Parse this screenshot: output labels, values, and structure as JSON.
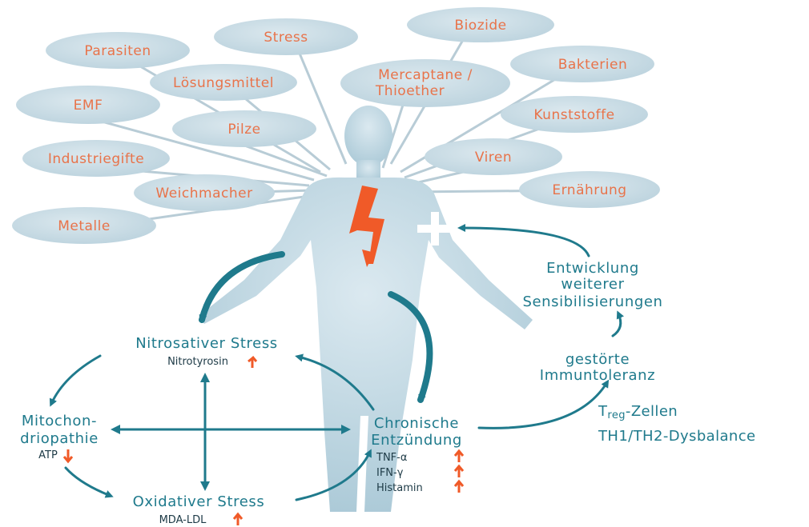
{
  "colors": {
    "bubble_fill": "#c9dbe4",
    "bubble_text": "#e8734a",
    "teal": "#1f7a8c",
    "body_fill": "#bdd6e2",
    "orange": "#f05a28",
    "dark_text": "#1d3a46"
  },
  "stressors": [
    "Biozide",
    "Stress",
    "Parasiten",
    "Lösungsmittel",
    "Mercaptane /",
    "Thioether",
    "Bakterien",
    "EMF",
    "Pilze",
    "Kunststoffe",
    "Industriegifte",
    "Viren",
    "Weichmacher",
    "Ernährung",
    "Metalle"
  ],
  "nodes": {
    "nitro_title": "Nitrosativer Stress",
    "nitro_marker": "Nitrotyrosin",
    "mito_title_1": "Mitochon-",
    "mito_title_2": "driopathie",
    "mito_marker": "ATP",
    "oxi_title": "Oxidativer Stress",
    "oxi_marker": "MDA-LDL",
    "chron_title_1": "Chronische",
    "chron_title_2": "Entzündung",
    "tnf": "TNF-α",
    "ifn": "IFN-γ",
    "hist": "Histamin",
    "immun_1": "gestörte",
    "immun_2": "Immuntoleranz",
    "sens_1": "Entwicklung",
    "sens_2": "weiterer",
    "sens_3": "Sensibilisierungen",
    "treg_1": "T",
    "treg_2": "reg",
    "treg_3": "-Zellen",
    "th": "TH1/TH2-Dysbalance"
  },
  "icons": [
    "lightning-icon",
    "plus-icon",
    "arrow-up-icon",
    "arrow-down-icon"
  ]
}
